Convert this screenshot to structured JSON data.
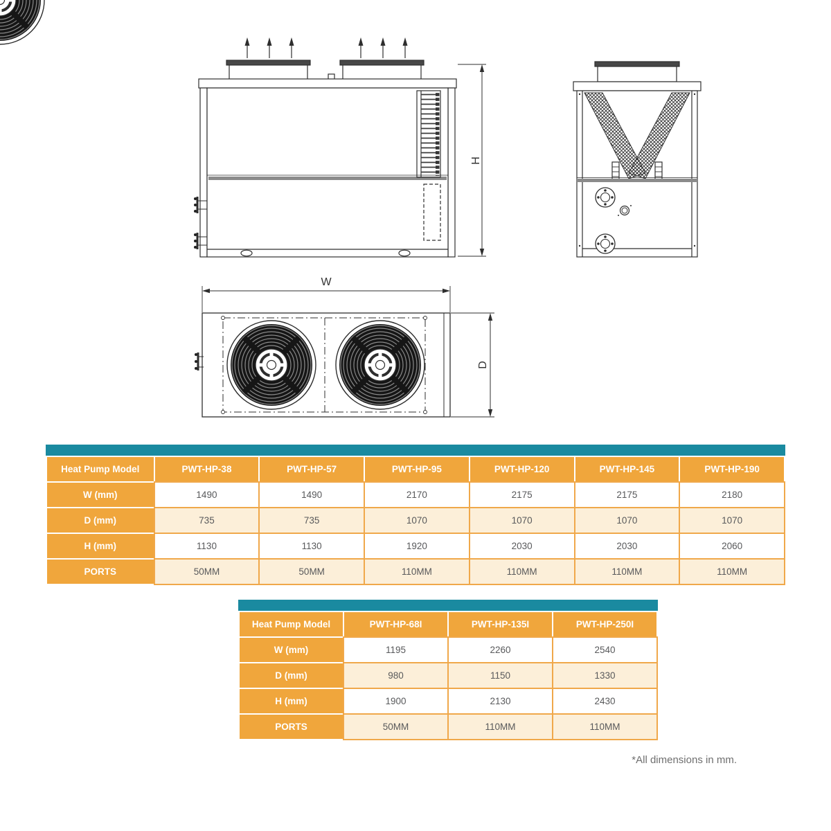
{
  "diagram": {
    "labels": {
      "height": "H",
      "width": "W",
      "depth": "D"
    },
    "icons": {
      "airflow": "upward-airflow-arrow",
      "fan": "fan-grille",
      "coil": "heat-exchanger-coil",
      "pipe": "pipe-connection-stub",
      "flange": "bolted-flange"
    }
  },
  "tables": {
    "primary": {
      "header": [
        "Heat Pump Model",
        "PWT-HP-38",
        "PWT-HP-57",
        "PWT-HP-95",
        "PWT-HP-120",
        "PWT-HP-145",
        "PWT-HP-190"
      ],
      "rows": [
        {
          "label": "W (mm)",
          "values": [
            "1490",
            "1490",
            "2170",
            "2175",
            "2175",
            "2180"
          ]
        },
        {
          "label": "D (mm)",
          "values": [
            "735",
            "735",
            "1070",
            "1070",
            "1070",
            "1070"
          ]
        },
        {
          "label": "H (mm)",
          "values": [
            "1130",
            "1130",
            "1920",
            "2030",
            "2030",
            "2060"
          ]
        },
        {
          "label": "PORTS",
          "values": [
            "50MM",
            "50MM",
            "110MM",
            "110MM",
            "110MM",
            "110MM"
          ]
        }
      ]
    },
    "secondary": {
      "header": [
        "Heat Pump Model",
        "PWT-HP-68I",
        "PWT-HP-135I",
        "PWT-HP-250I"
      ],
      "rows": [
        {
          "label": "W (mm)",
          "values": [
            "1195",
            "2260",
            "2540"
          ]
        },
        {
          "label": "D (mm)",
          "values": [
            "980",
            "1150",
            "1330"
          ]
        },
        {
          "label": "H (mm)",
          "values": [
            "1900",
            "2130",
            "2430"
          ]
        },
        {
          "label": "PORTS",
          "values": [
            "50MM",
            "110MM",
            "110MM"
          ]
        }
      ]
    }
  },
  "note": "*All dimensions in mm.",
  "colors": {
    "accent_teal": "#1a8aa0",
    "header_orange": "#f0a63c",
    "row_cream": "#fcefd9",
    "cell_border_orange": "#f0a84a",
    "value_text": "#58595b"
  }
}
